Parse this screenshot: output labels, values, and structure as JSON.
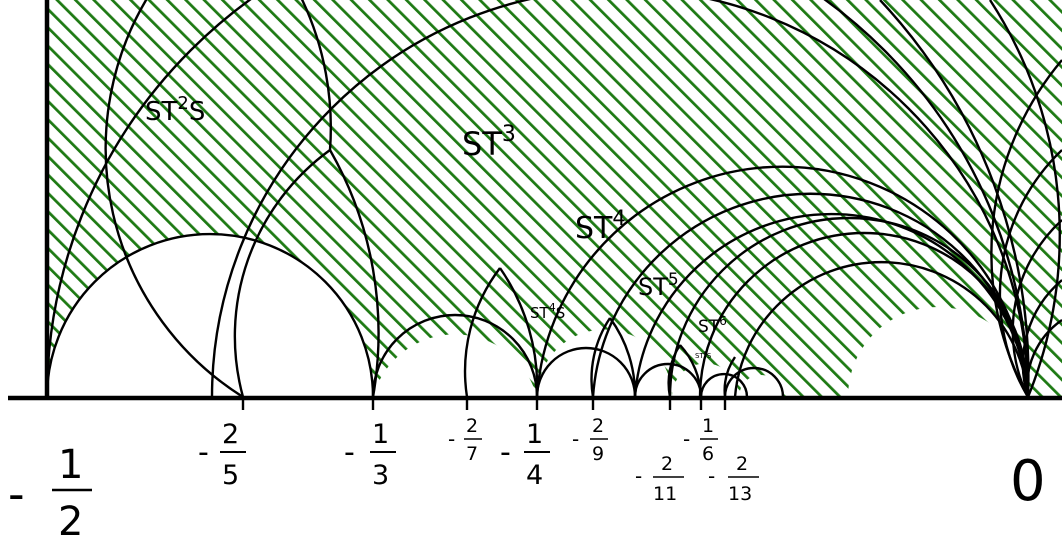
{
  "colors": {
    "hatch": "#1e7a14",
    "lines": "#000000",
    "background": "#ffffff"
  },
  "region_labels": {
    "st2s": {
      "base": "ST",
      "exp": "2",
      "suffix": "S"
    },
    "st3": {
      "base": "ST",
      "exp": "3"
    },
    "st4": {
      "base": "ST",
      "exp": "4"
    },
    "st4s": {
      "base": "ST",
      "exp": "4",
      "suffix": "S"
    },
    "st5": {
      "base": "ST",
      "exp": "5"
    },
    "st6": {
      "base": "ST",
      "exp": "6"
    },
    "st6s": {
      "base": "ST",
      "exp": "6",
      "suffix": "S"
    }
  },
  "axis_labels": {
    "neg_half": {
      "sign": "-",
      "num": "1",
      "den": "2"
    },
    "neg_2_5": {
      "sign": "-",
      "num": "2",
      "den": "5"
    },
    "neg_1_3": {
      "sign": "-",
      "num": "1",
      "den": "3"
    },
    "neg_2_7": {
      "sign": "-",
      "num": "2",
      "den": "7"
    },
    "neg_1_4": {
      "sign": "-",
      "num": "1",
      "den": "4"
    },
    "neg_2_9": {
      "sign": "-",
      "num": "2",
      "den": "9"
    },
    "neg_2_11": {
      "sign": "-",
      "num": "2",
      "den": "11"
    },
    "neg_1_6": {
      "sign": "-",
      "num": "1",
      "den": "6"
    },
    "neg_2_13": {
      "sign": "-",
      "num": "2",
      "den": "13"
    },
    "zero": "0"
  }
}
